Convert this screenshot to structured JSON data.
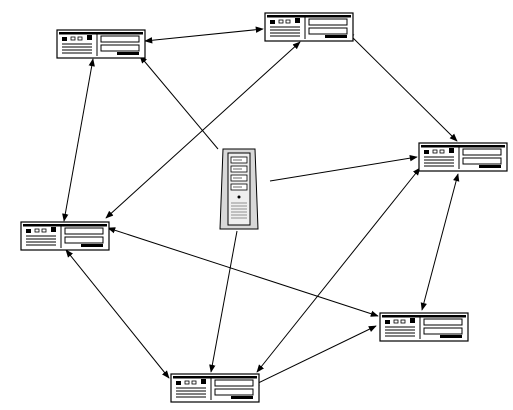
{
  "diagram": {
    "server": {
      "icon": "tower-server-icon"
    },
    "clients": [
      {
        "id": "pc-top-left",
        "icon": "desktop-computer-icon"
      },
      {
        "id": "pc-top-center",
        "icon": "desktop-computer-icon"
      },
      {
        "id": "pc-right-upper",
        "icon": "desktop-computer-icon"
      },
      {
        "id": "pc-left-middle",
        "icon": "desktop-computer-icon"
      },
      {
        "id": "pc-right-lower",
        "icon": "desktop-computer-icon"
      },
      {
        "id": "pc-bottom",
        "icon": "desktop-computer-icon"
      }
    ],
    "links": [
      {
        "from": "pc-top-left",
        "to": "pc-top-center",
        "direction": "both"
      },
      {
        "from": "pc-top-center",
        "to": "pc-right-upper",
        "direction": "both"
      },
      {
        "from": "pc-right-upper",
        "to": "pc-right-lower",
        "direction": "both"
      },
      {
        "from": "pc-right-lower",
        "to": "pc-bottom",
        "direction": "both"
      },
      {
        "from": "pc-bottom",
        "to": "pc-left-middle",
        "direction": "both"
      },
      {
        "from": "pc-left-middle",
        "to": "pc-top-left",
        "direction": "both"
      },
      {
        "from": "pc-top-center",
        "to": "pc-left-middle",
        "direction": "both"
      },
      {
        "from": "pc-left-middle",
        "to": "pc-right-lower",
        "direction": "both"
      },
      {
        "from": "pc-right-upper",
        "to": "pc-bottom",
        "direction": "both"
      },
      {
        "from": "server",
        "to": "pc-top-left",
        "direction": "forward"
      },
      {
        "from": "server",
        "to": "pc-right-upper",
        "direction": "forward"
      },
      {
        "from": "server",
        "to": "pc-bottom",
        "direction": "forward"
      }
    ],
    "colors": {
      "stroke": "#000000",
      "device_fill": "#ffffff",
      "server_fill": "#d8d8d8"
    }
  }
}
